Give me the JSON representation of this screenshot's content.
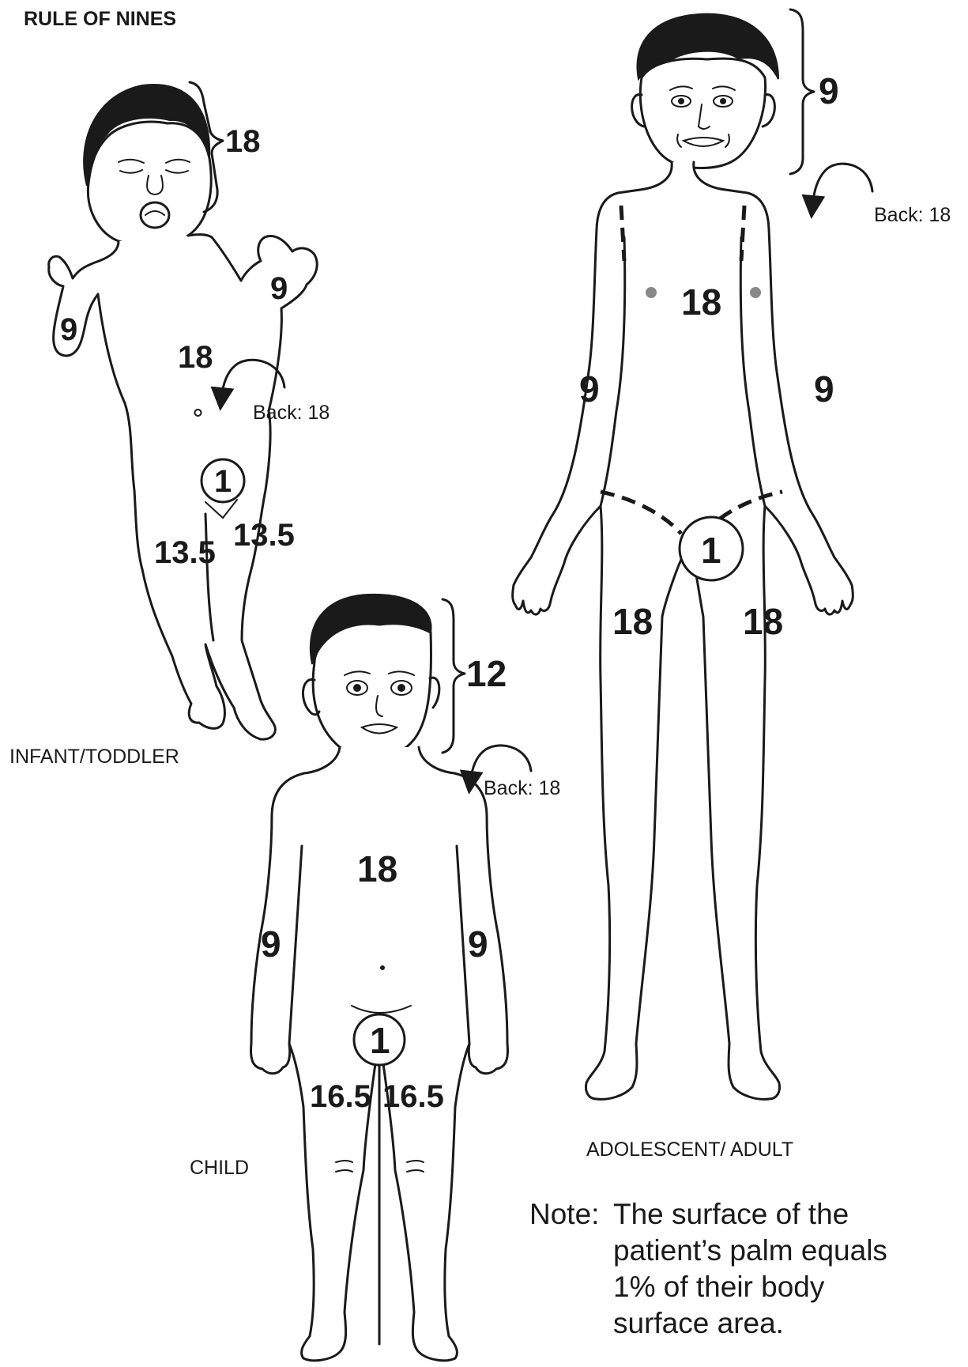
{
  "title": "RULE OF NINES",
  "infant": {
    "label": "INFANT/TODDLER",
    "head": "18",
    "arm_right": "9",
    "arm_left": "9",
    "trunk": "18",
    "back": "Back: 18",
    "genitals": "1",
    "leg_right": "13.5",
    "leg_left": "13.5"
  },
  "child": {
    "label": "CHILD",
    "head": "12",
    "back": "Back: 18",
    "trunk": "18",
    "arm_right": "9",
    "arm_left": "9",
    "genitals": "1",
    "leg_right": "16.5",
    "leg_left": "16.5"
  },
  "adult": {
    "label": "ADOLESCENT/ ADULT",
    "head": "9",
    "back": "Back: 18",
    "trunk": "18",
    "arm_right": "9",
    "arm_left": "9",
    "genitals": "1",
    "leg_right": "18",
    "leg_left": "18"
  },
  "note": {
    "prefix": "Note:",
    "line1": "The surface of the",
    "line2": "patient’s palm equals",
    "line3": "1% of their body",
    "line4": "surface area."
  }
}
